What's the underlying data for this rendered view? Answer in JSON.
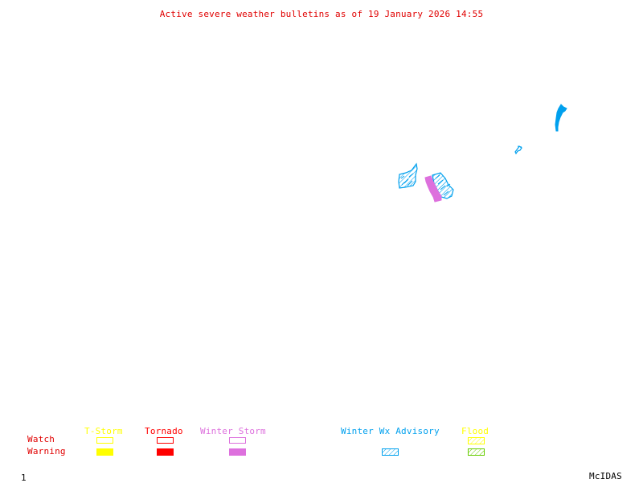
{
  "title": "Active severe weather bulletins as of 19 January 2026 14:55",
  "colors": {
    "title": "#e00000",
    "tstorm": "#ffff00",
    "tornado": "#ff0000",
    "winter_storm": "#dd70dd",
    "winter_wx_advisory": "#00a0ee",
    "flood_watch": "#ffff00",
    "flood_warning": "#66cc00",
    "footer": "#000000"
  },
  "legend": {
    "row_labels": {
      "watch": "Watch",
      "warning": "Warning"
    },
    "categories": [
      {
        "name": "T-Storm",
        "watch": "outline",
        "warning": "filled"
      },
      {
        "name": "Tornado",
        "watch": "outline",
        "warning": "filled"
      },
      {
        "name": "Winter Storm",
        "watch": "outline",
        "warning": "filled"
      },
      {
        "name": "Winter Wx Advisory",
        "watch": null,
        "warning": "hatched"
      },
      {
        "name": "Flood",
        "watch": "hatched",
        "warning": "hatched"
      }
    ]
  },
  "map": {
    "bulletin_areas": [
      {
        "type": "Winter Wx Advisory",
        "style": "hatched",
        "region": "west-central cluster"
      },
      {
        "type": "Winter Wx Advisory",
        "style": "hatched",
        "region": "central cluster east"
      },
      {
        "type": "Winter Storm",
        "style": "filled warning",
        "region": "central cluster"
      },
      {
        "type": "Winter Wx Advisory",
        "style": "hatched",
        "region": "small northeast area"
      },
      {
        "type": "Winter Wx Advisory",
        "style": "hatched",
        "region": "northeast coastal strip"
      }
    ]
  },
  "footer": {
    "frame_number": "1",
    "brand": "McIDAS"
  }
}
